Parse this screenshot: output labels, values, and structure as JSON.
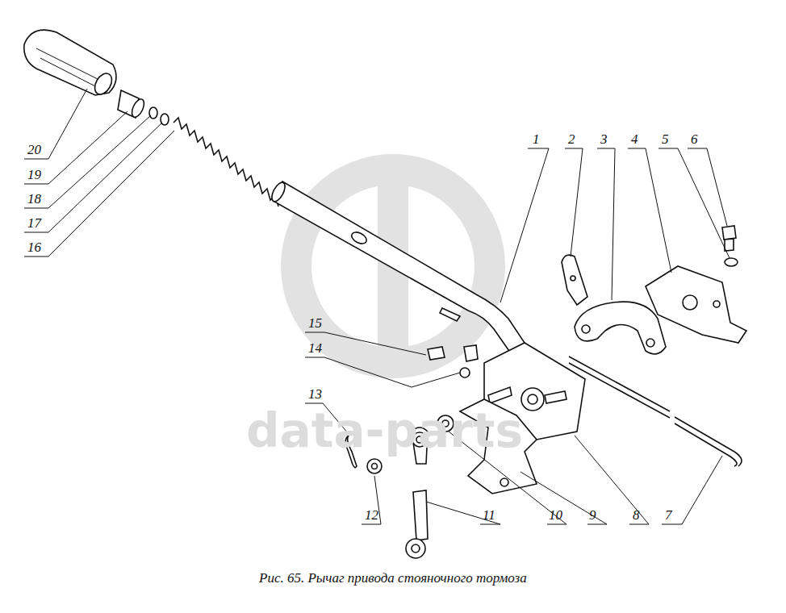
{
  "diagram": {
    "caption": "Рис. 65. Рычаг привода стояночного тормоза",
    "labels": [
      "1",
      "2",
      "3",
      "4",
      "5",
      "6",
      "7",
      "8",
      "9",
      "10",
      "11",
      "12",
      "13",
      "14",
      "15",
      "16",
      "17",
      "18",
      "19",
      "20",
      "data-parts"
    ]
  }
}
